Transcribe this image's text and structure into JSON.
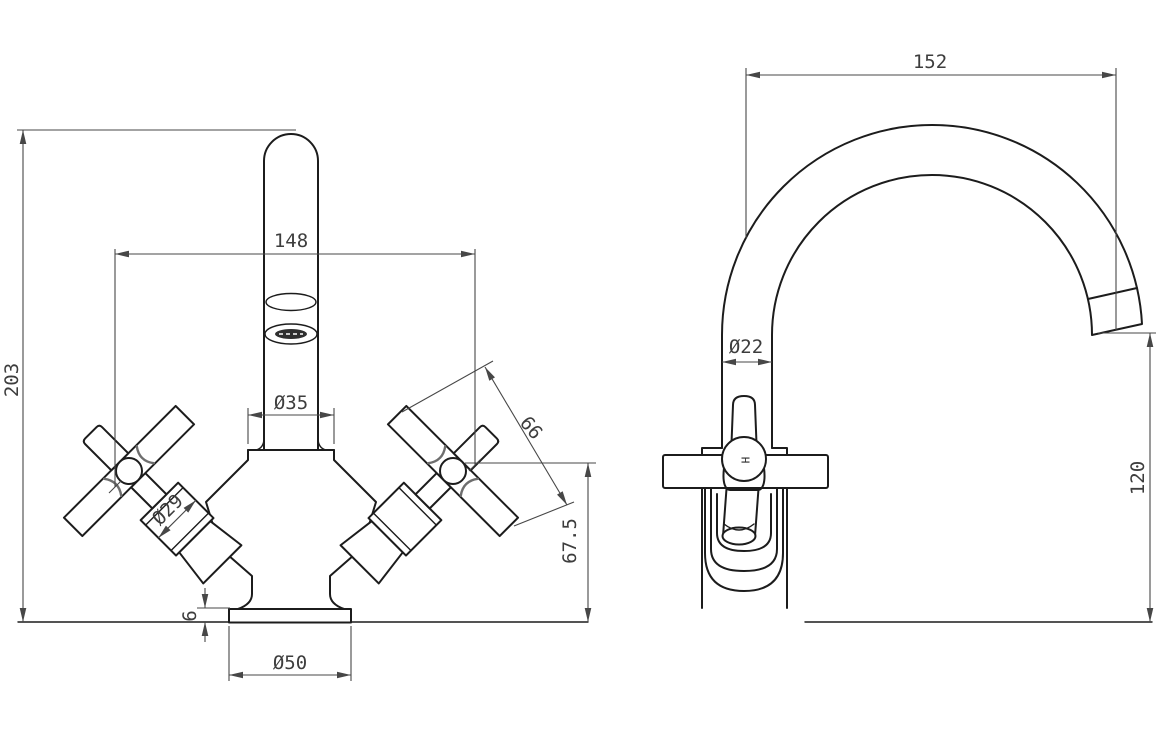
{
  "drawing": {
    "type": "technical-drawing",
    "subject": "basin mixer tap with cross handles - dimensioned front and side elevation views",
    "units": "mm",
    "colors": {
      "background": "#ffffff",
      "object_line": "#1c1c1c",
      "dimension_line": "#474747",
      "text": "#3d3d3d"
    },
    "front_view": {
      "name": "front-view",
      "dims": {
        "overall_height": "203",
        "handle_span": "148",
        "column_diameter": "Ø35",
        "handle_diameter": "Ø29",
        "handle_length": "66",
        "handle_center_height": "67.5",
        "base_height": "6",
        "base_diameter": "Ø50"
      }
    },
    "side_view": {
      "name": "side-view",
      "dims": {
        "spout_reach": "152",
        "spout_tube_diameter": "Ø22",
        "spout_outlet_height": "120"
      },
      "handle_cap_mark": "H"
    }
  }
}
